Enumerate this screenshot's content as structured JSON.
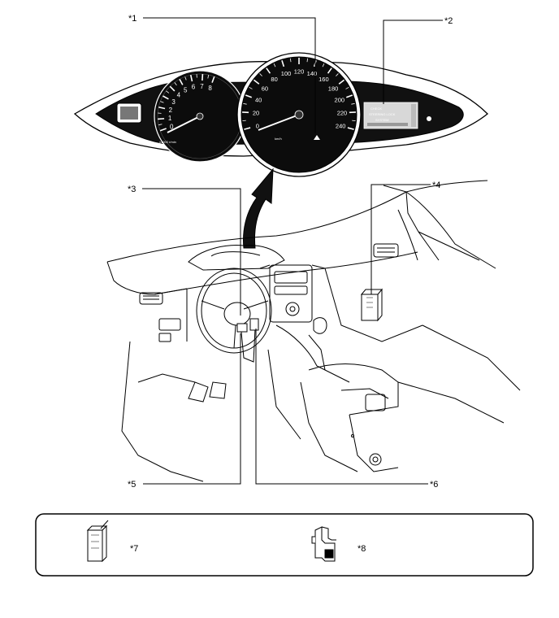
{
  "callouts": {
    "c1": "*1",
    "c2": "*2",
    "c3": "*3",
    "c4": "*4",
    "c5": "*5",
    "c6": "*6",
    "c7": "*7",
    "c8": "*8"
  },
  "tachometer": {
    "ticks": [
      "0",
      "1",
      "2",
      "3",
      "4",
      "5",
      "6",
      "7",
      "8"
    ],
    "unit": "x1000 r/min"
  },
  "speedometer": {
    "ticks": [
      "0",
      "20",
      "40",
      "60",
      "80",
      "100",
      "120",
      "140",
      "160",
      "180",
      "200",
      "220",
      "240"
    ],
    "unit": "km/h"
  },
  "multi_display": {
    "line1": "CHECK",
    "line2": "STEERING LOCK",
    "line3": "SYSTEM"
  }
}
